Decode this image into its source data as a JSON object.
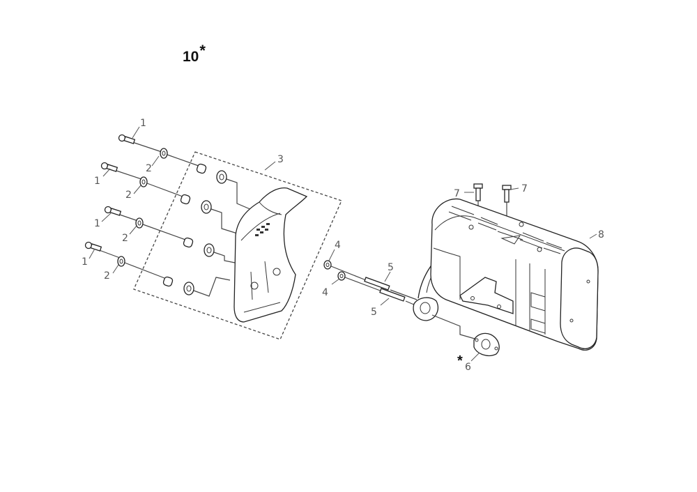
{
  "title": {
    "number": "10",
    "mark": "*"
  },
  "callouts": {
    "bolt_a": "1",
    "bolt_b": "1",
    "bolt_c": "1",
    "bolt_d": "1",
    "washer_a": "2",
    "washer_b": "2",
    "washer_c": "2",
    "washer_d": "2",
    "heat_shield": "3",
    "nut_a": "4",
    "nut_b": "4",
    "stud_a": "5",
    "stud_b": "5",
    "gasket": "6",
    "gasket_mark": "*",
    "bolt_top_a": "7",
    "bolt_top_b": "7",
    "muffler": "8"
  }
}
